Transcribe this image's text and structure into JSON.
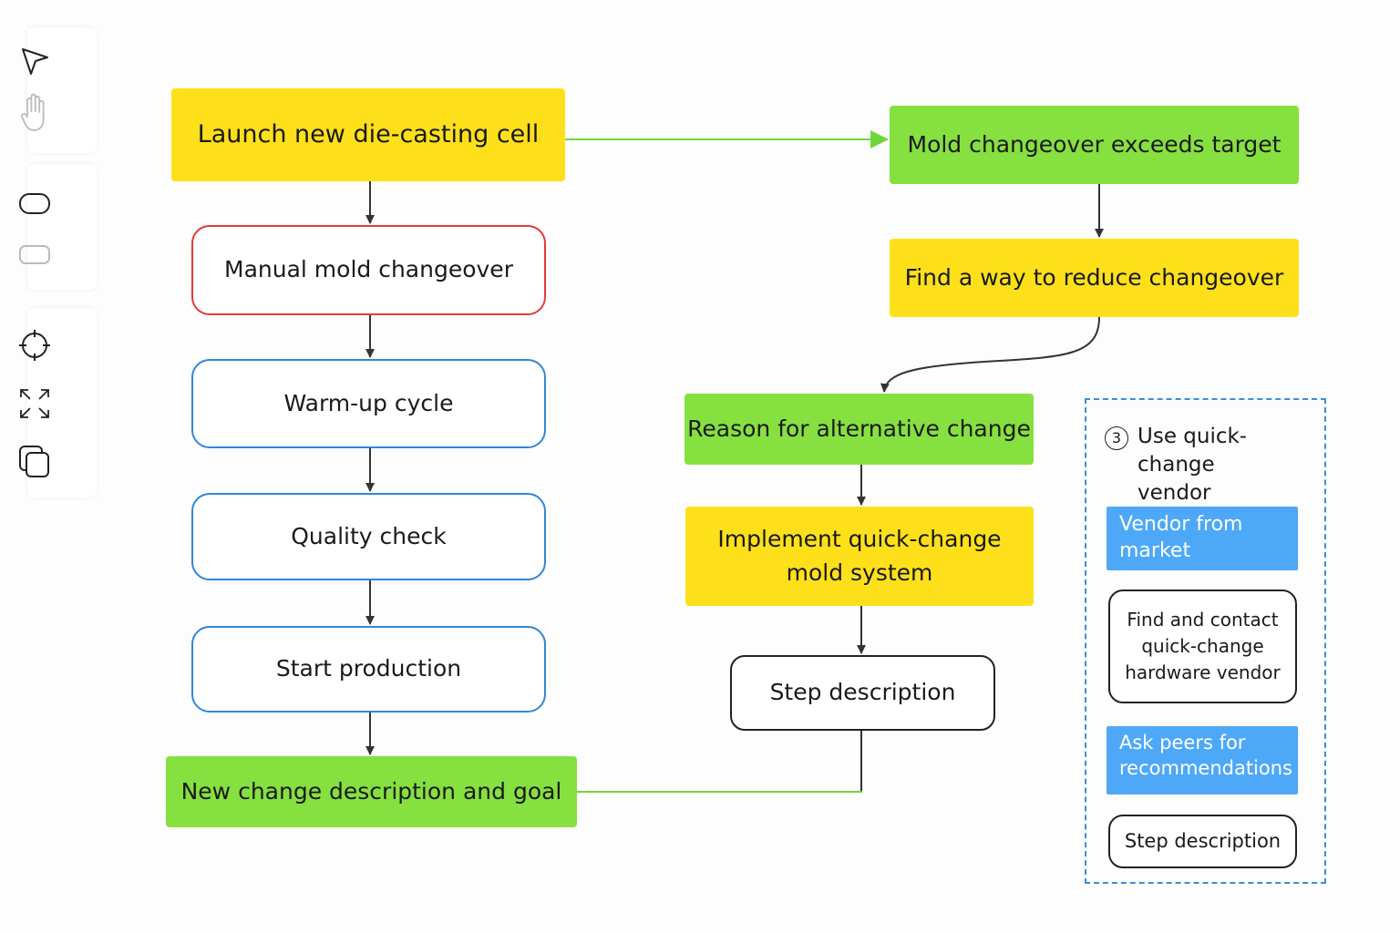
{
  "toolbar": {
    "tools": [
      {
        "icon": "cursor-arrow-icon"
      },
      {
        "icon": "hand-icon"
      },
      {
        "icon": "rounded-rectangle-icon"
      },
      {
        "icon": "rectangle-icon"
      },
      {
        "icon": "crosshair-icon"
      },
      {
        "icon": "expand-icon"
      },
      {
        "icon": "layers-icon"
      }
    ]
  },
  "left_flow": {
    "launch": "Launch new die-casting cell",
    "manual": "Manual mold changeover",
    "warmup": "Warm-up cycle",
    "quality": "Quality check",
    "start": "Start production",
    "new_change": "New change description and goal"
  },
  "middle_flow": {
    "mold_exceeds": "Mold changeover exceeds target",
    "find_way": "Find a way to reduce changeover",
    "reason": "Reason for alternative change",
    "implement_line1": "Implement quick-change",
    "implement_line2": "mold system",
    "step": "Step description"
  },
  "panel": {
    "number": "3",
    "title_line1": "Use quick-change",
    "title_line2": "vendor",
    "vendor_line1": "Vendor from",
    "vendor_line2": "market",
    "contact_line1": "Find and contact",
    "contact_line2": "quick-change",
    "contact_line3": "hardware vendor",
    "ask_line1": "Ask peers for",
    "ask_line2": "recommendations",
    "step": "Step description"
  },
  "colors": {
    "yellow": "#fde01a",
    "green": "#86e040",
    "blue_outline": "#2f86d8",
    "red_outline": "#e23a3a",
    "blue_card": "#4ea8f8",
    "green_connector": "#6fd63a"
  }
}
